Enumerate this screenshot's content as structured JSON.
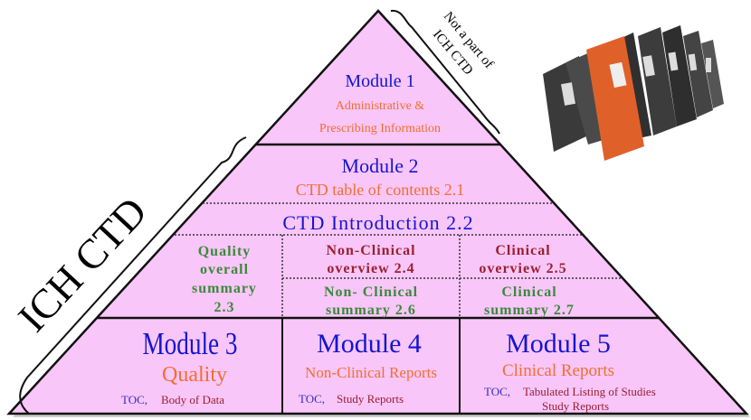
{
  "side_label": "ICH CTD",
  "note": [
    "Not a part of",
    "ICH CTD"
  ],
  "module1": {
    "title": "Module 1",
    "subtitle": [
      "Administrative &",
      "Prescribing Information"
    ]
  },
  "module2": {
    "title": "Module 2",
    "subtitle": "CTD table of contents 2.1",
    "intro": "CTD Introduction 2.2"
  },
  "summaries": {
    "quality": [
      "Quality",
      "overall",
      "summary",
      "2.3"
    ],
    "nonclinical_overview": [
      "Non-Clinical",
      "overview 2.4"
    ],
    "clinical_overview": [
      "Clinical",
      "overview 2.5"
    ],
    "nonclinical_summary": [
      "Non- Clinical",
      "summary 2.6"
    ],
    "clinical_summary": [
      "Clinical",
      "summary 2.7"
    ]
  },
  "module3": {
    "title": "Module 3",
    "subtitle": "Quality",
    "toc": "TOC,",
    "content": "Body of Data"
  },
  "module4": {
    "title": "Module 4",
    "subtitle": "Non-Clinical Reports",
    "toc": "TOC,",
    "content": "Study Reports"
  },
  "module5": {
    "title": "Module 5",
    "subtitle": "Clinical Reports",
    "toc": "TOC,",
    "content": [
      "Tabulated Listing of Studies",
      "Study Reports"
    ]
  },
  "colors": {
    "fill": "#f9c6f9",
    "title": "#1515d0",
    "subtitle": "#f07030"
  }
}
